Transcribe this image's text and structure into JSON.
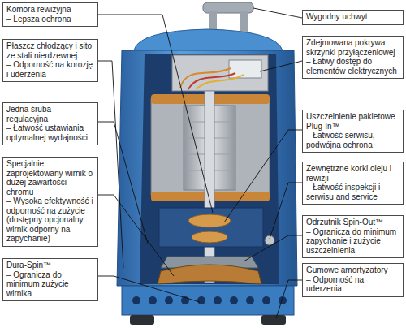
{
  "diagram": {
    "nodes": [
      {
        "text": [
          "Komora rewizyjna",
          "– Lepsza ochrona"
        ]
      },
      {
        "text": [
          "Płaszcz chłodzący i sito ze stali nierdzewnej",
          "– Odporność na korozję i uderzenia"
        ]
      },
      {
        "text": [
          "Jedna śruba regulacyjna",
          "– Łatwość ustawiania optymalnej wydajności"
        ]
      },
      {
        "text": [
          "Specjalnie zaprojektowany wirnik o dużej zawartości chromu",
          "– Wysoka efektywność i odporność na zużycie (dostępny opcjonalny wirnik odporny na zapychanie)"
        ]
      },
      {
        "text": [
          "Dura-Spin™",
          "– Ogranicza do minimum zużycie wirnika"
        ]
      },
      {
        "text": [
          "Wygodny uchwyt"
        ]
      },
      {
        "text": [
          "Zdejmowana pokrywa skrzynki przyłączeniowej",
          "– Łatwy dostęp do elementów elektrycznych"
        ]
      },
      {
        "text": [
          "Uszczelnienie pakietowe Plug-In™",
          "– Łatwość serwisu, podwójna ochrona"
        ]
      },
      {
        "text": [
          "Zewnętrzne korki oleju i rewizji",
          "– Łatwość inspekcji i serwisu and service"
        ]
      },
      {
        "text": [
          "Odrzutnik Spin-Out™",
          "– Ogranicza do minimum zapychanie i zużycie uszczelnienia"
        ]
      },
      {
        "text": [
          "Gumowe amortyzatory",
          "– Odporność na uderzenia"
        ]
      }
    ]
  }
}
